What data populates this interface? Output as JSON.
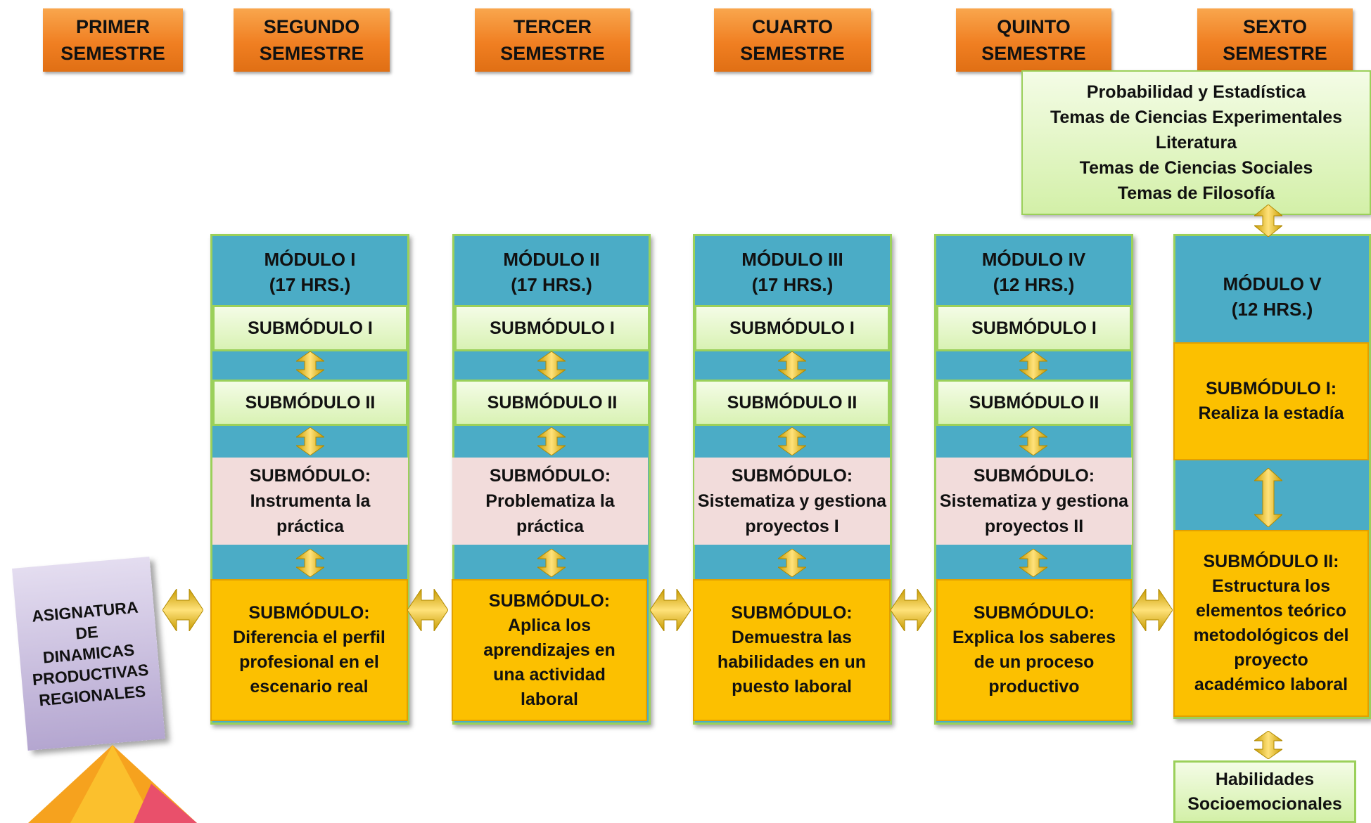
{
  "semesters": [
    {
      "line1": "PRIMER",
      "line2": "SEMESTRE"
    },
    {
      "line1": "SEGUNDO",
      "line2": "SEMESTRE"
    },
    {
      "line1": "TERCER",
      "line2": "SEMESTRE"
    },
    {
      "line1": "CUARTO",
      "line2": "SEMESTRE"
    },
    {
      "line1": "QUINTO",
      "line2": "SEMESTRE"
    },
    {
      "line1": "SEXTO",
      "line2": "SEMESTRE"
    }
  ],
  "sixth_subjects": [
    "Probabilidad y Estadística",
    "Temas de Ciencias Experimentales",
    "Literatura",
    "Temas de Ciencias Sociales",
    "Temas de Filosofía"
  ],
  "asignatura": {
    "line1": "ASIGNATURA",
    "line2": "DE",
    "line3": "DINAMICAS",
    "line4": "PRODUCTIVAS",
    "line5": "REGIONALES"
  },
  "modules": [
    {
      "title": "MÓDULO I",
      "hours": "(17 HRS.)",
      "sub1": "SUBMÓDULO I",
      "sub2": "SUBMÓDULO II",
      "pink": [
        "SUBMÓDULO:",
        "Instrumenta la",
        "práctica"
      ],
      "orange": [
        "SUBMÓDULO:",
        "Diferencia el perfil",
        "profesional en el",
        "escenario real"
      ]
    },
    {
      "title": "MÓDULO  II",
      "hours": "(17 HRS.)",
      "sub1": "SUBMÓDULO I",
      "sub2": "SUBMÓDULO II",
      "pink": [
        "SUBMÓDULO:",
        "Problematiza la",
        "práctica"
      ],
      "orange": [
        "SUBMÓDULO:",
        "Aplica los",
        "aprendizajes en",
        "una actividad",
        "laboral"
      ]
    },
    {
      "title": "MÓDULO  III",
      "hours": "(17 HRS.)",
      "sub1": "SUBMÓDULO I",
      "sub2": "SUBMÓDULO II",
      "pink": [
        "SUBMÓDULO:",
        "Sistematiza y gestiona",
        "proyectos I"
      ],
      "orange": [
        "SUBMÓDULO:",
        "Demuestra las",
        "habilidades en un",
        "puesto laboral"
      ]
    },
    {
      "title": "MÓDULO  IV",
      "hours": "(12 HRS.)",
      "sub1": "SUBMÓDULO I",
      "sub2": "SUBMÓDULO II",
      "pink": [
        "SUBMÓDULO:",
        "Sistematiza y gestiona",
        "proyectos II"
      ],
      "orange": [
        "SUBMÓDULO:",
        "Explica los saberes",
        "de un proceso",
        "productivo"
      ]
    }
  ],
  "module5": {
    "title": "MÓDULO V",
    "hours": "(12 HRS.)",
    "sub1": [
      "SUBMÓDULO  I:",
      "Realiza la estadía"
    ],
    "sub2": [
      "SUBMÓDULO  II:",
      "Estructura los",
      "elementos teórico",
      "metodológicos del",
      "proyecto",
      "académico laboral"
    ]
  },
  "habilidades": {
    "line1": "Habilidades",
    "line2": "Socioemocionales"
  },
  "colors": {
    "semester_orange": "#f07f22",
    "module_blue": "#4bacc6",
    "green_light": "#d9f2b4",
    "pink": "#f2dcdb",
    "orange_box": "#fcc000",
    "arrow_gold": "#e6b800"
  }
}
